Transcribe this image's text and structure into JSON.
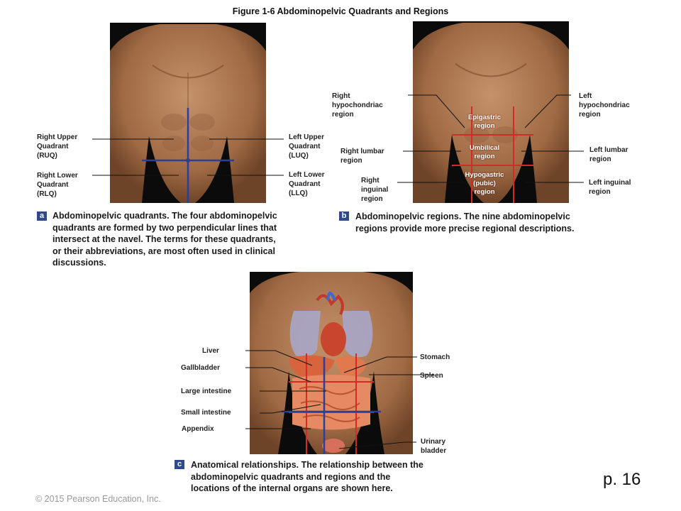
{
  "figure_title": "Figure 1-6  Abdominopelvic Quadrants and Regions",
  "panel_a": {
    "badge": "a",
    "labels": {
      "ruq": [
        "Right Upper",
        "Quadrant",
        "(RUQ)"
      ],
      "rlq": [
        "Right Lower",
        "Quadrant",
        "(RLQ)"
      ],
      "luq": [
        "Left Upper",
        "Quadrant",
        "(LUQ)"
      ],
      "llq": [
        "Left Lower",
        "Quadrant",
        "(LLQ)"
      ]
    },
    "caption": "Abdominopelvic quadrants. The four abdominopelvic quadrants are formed by two perpendicular lines that intersect at the navel. The terms for these quadrants, or their abbreviations, are most often used in clinical discussions."
  },
  "panel_b": {
    "badge": "b",
    "labels": {
      "right_hypochondriac": [
        "Right",
        "hypochondriac",
        "region"
      ],
      "right_lumbar": [
        "Right  lumbar",
        "region"
      ],
      "right_inguinal": [
        "Right",
        "inguinal",
        "region"
      ],
      "left_hypochondriac": [
        "Left",
        "hypochondriac",
        "region"
      ],
      "left_lumbar": [
        "Left lumbar",
        "region"
      ],
      "left_inguinal": [
        "Left inguinal",
        "region"
      ],
      "epigastric": [
        "Epigastric",
        "region"
      ],
      "umbilical": [
        "Umbilical",
        "region"
      ],
      "hypogastric": [
        "Hypogastric",
        "(pubic)",
        "region"
      ]
    },
    "caption": "Abdominopelvic regions. The nine abdominopelvic regions provide more precise regional descriptions."
  },
  "panel_c": {
    "badge": "c",
    "labels": {
      "liver": "Liver",
      "gallbladder": "Gallbladder",
      "large_intestine": "Large intestine",
      "small_intestine": "Small intestine",
      "appendix": "Appendix",
      "stomach": "Stomach",
      "spleen": "Spleen",
      "urinary_bladder": [
        "Urinary",
        "bladder"
      ]
    },
    "caption": "Anatomical relationships. The relationship between the abdominopelvic quadrants and regions and the locations of the internal organs are shown here."
  },
  "copyright": "© 2015 Pearson Education, Inc.",
  "page_number": "p. 16",
  "colors": {
    "quadrant_line": "#2b3f9a",
    "region_line": "#d42a2a",
    "badge": "#2e4a8a",
    "skin": "#b07a52",
    "photo_bg": "#0b0b0b"
  }
}
